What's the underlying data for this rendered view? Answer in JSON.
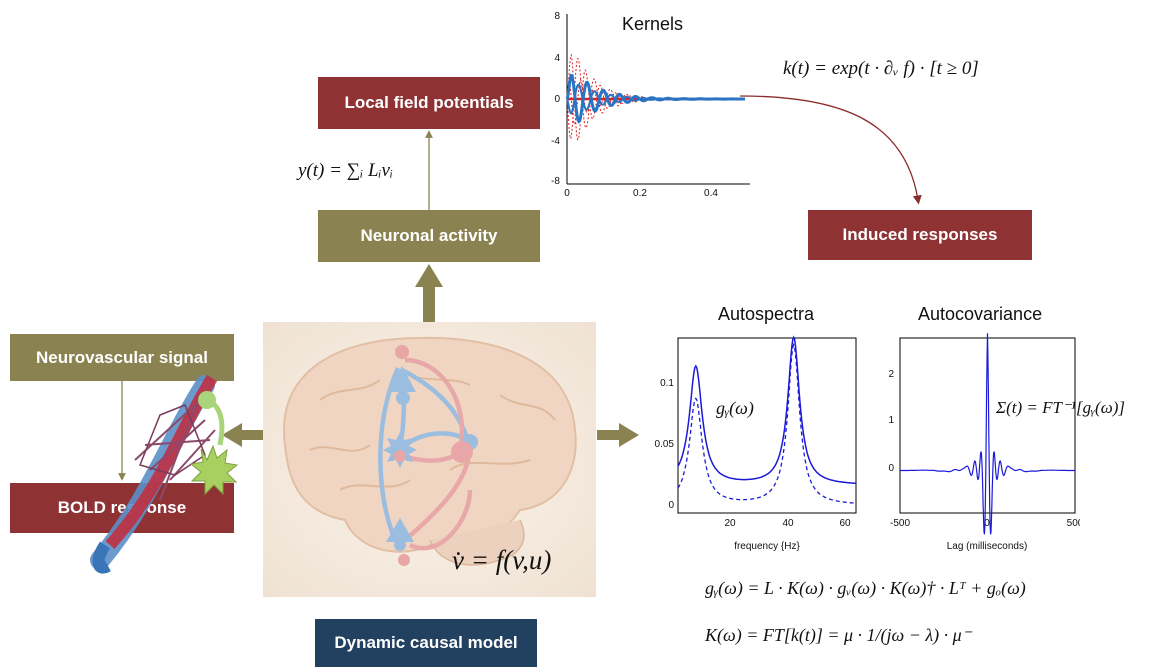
{
  "boxes": {
    "lfp": "Local field potentials",
    "neuronal": "Neuronal activity",
    "induced": "Induced responses",
    "neurovascular": "Neurovascular signal",
    "bold": "BOLD response",
    "dcm": "Dynamic causal model"
  },
  "equations": {
    "lfp_eq": "y(t) = ∑ᵢ Lᵢvᵢ",
    "kernel_eq": "k(t) = exp(t · ∂ᵥ f) · [t ≥ 0]",
    "dcm_eq": "v̇ = f(v,u)",
    "gy_label": "gᵧ(ω)",
    "sigma_eq": "Σ(t) = FT⁻¹[gᵧ(ω)]",
    "spectral_eq": "gᵧ(ω) = L · K(ω) · gᵥ(ω) · K(ω)† · Lᵀ + gₒ(ω)",
    "transfer_eq": "K(ω) = FT[k(t)] = μ · 1/(jω − λ) · μ⁻"
  },
  "kernels_plot": {
    "title": "Kernels",
    "y_ticks": [
      "8",
      "4",
      "0",
      "-4",
      "-8"
    ],
    "x_ticks": [
      "0",
      "0.2",
      "0.4"
    ]
  },
  "autospectra_plot": {
    "title": "Autospectra",
    "xlabel": "frequency {Hz}",
    "y_ticks": [
      "0.1",
      "0.05",
      "0"
    ],
    "x_ticks": [
      "20",
      "40",
      "60"
    ]
  },
  "autocov_plot": {
    "title": "Autocovariance",
    "xlabel": "Lag (milliseconds)",
    "y_ticks": [
      "2",
      "1",
      "0"
    ],
    "x_ticks": [
      "-500",
      "0",
      "500"
    ]
  },
  "colors": {
    "red_box": "#8e3234",
    "olive_box": "#8a8250",
    "navy_box": "#22405f",
    "kernel_blue": "#2a74c4",
    "kernel_red": "#e02020",
    "spectra_blue": "#1a1ad8",
    "arrow_red": "#8b2d2d"
  },
  "icons": [
    "brain-illustration",
    "blood-vessel-illustration",
    "neuron-network-diagram"
  ]
}
